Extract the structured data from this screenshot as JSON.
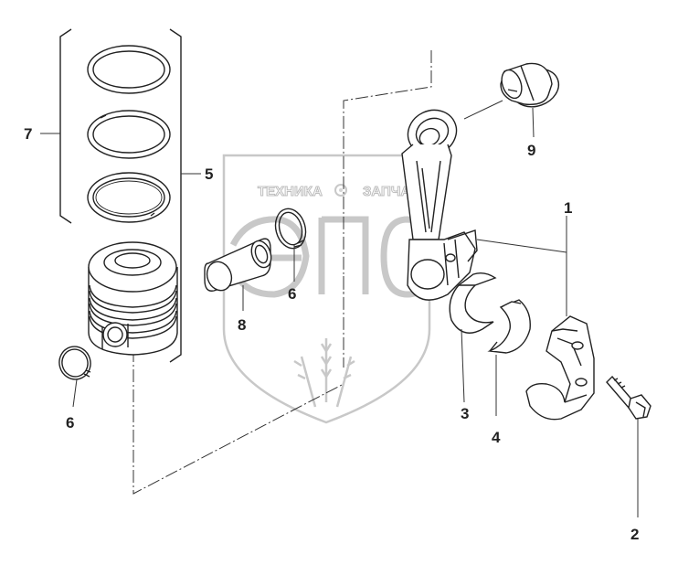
{
  "watermark": {
    "left_word": "ТЕХНИКА",
    "right_word": "ЗАПЧАСТИ"
  },
  "callouts": [
    {
      "id": "1",
      "label": "1"
    },
    {
      "id": "2",
      "label": "2"
    },
    {
      "id": "3",
      "label": "3"
    },
    {
      "id": "4",
      "label": "4"
    },
    {
      "id": "5",
      "label": "5"
    },
    {
      "id": "6a",
      "label": "6"
    },
    {
      "id": "6b",
      "label": "6"
    },
    {
      "id": "7",
      "label": "7"
    },
    {
      "id": "8",
      "label": "8"
    },
    {
      "id": "9",
      "label": "9"
    }
  ]
}
